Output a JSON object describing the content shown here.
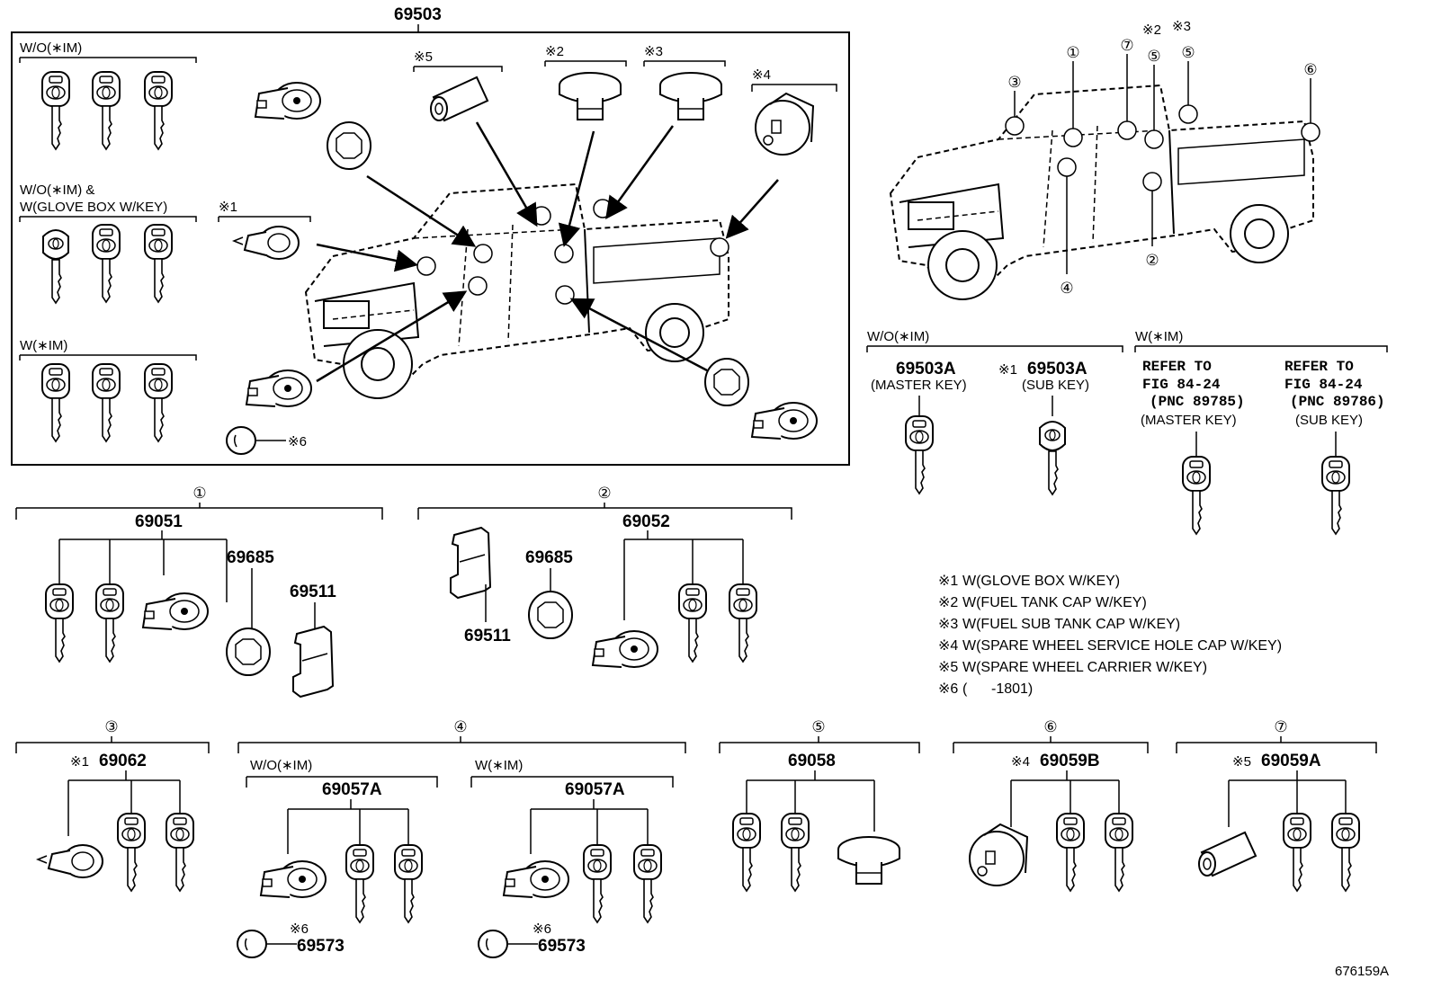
{
  "main_assembly": {
    "part_number": "69503",
    "groups": [
      {
        "label": "W/O(∗IM)"
      },
      {
        "label_line1": "W/O(∗IM) &",
        "label_line2": "W(GLOVE BOX W/KEY)"
      },
      {
        "label": "W(∗IM)"
      }
    ],
    "marks": {
      "m1": "※1",
      "m2": "※2",
      "m3": "※3",
      "m4": "※4",
      "m5": "※5",
      "m6": "※6"
    }
  },
  "right_vehicle": {
    "callouts": [
      "①",
      "②",
      "③",
      "④",
      "⑤",
      "⑥",
      "⑦"
    ],
    "top_marks": [
      "※2",
      "※3"
    ]
  },
  "keys_without_im": {
    "header": "W/O(∗IM)",
    "master_part": "69503A",
    "master_label": "(MASTER KEY)",
    "sub_mark": "※1",
    "sub_part": "69503A",
    "sub_label": "(SUB KEY)"
  },
  "keys_with_im": {
    "header": "W(∗IM)",
    "master_ref": [
      "REFER TO",
      "FIG 84-24",
      "(PNC 89785)"
    ],
    "master_label": "(MASTER KEY)",
    "sub_ref": [
      "REFER TO",
      "FIG 84-24",
      "(PNC 89786)"
    ],
    "sub_label": "(SUB KEY)"
  },
  "notes": [
    {
      "mark": "※1",
      "text": "W(GLOVE BOX W/KEY)"
    },
    {
      "mark": "※2",
      "text": "W(FUEL TANK CAP W/KEY)"
    },
    {
      "mark": "※3",
      "text": "W(FUEL SUB TANK CAP W/KEY)"
    },
    {
      "mark": "※4",
      "text": "W(SPARE WHEEL SERVICE HOLE CAP W/KEY)"
    },
    {
      "mark": "※5",
      "text": "W(SPARE WHEEL CARRIER W/KEY)"
    },
    {
      "mark": "※6",
      "text": "(      -1801)"
    }
  ],
  "sections": {
    "s1": {
      "index": "①",
      "part": "69051",
      "sub1": "69685",
      "sub2": "69511"
    },
    "s2": {
      "index": "②",
      "part": "69052",
      "sub1": "69685",
      "sub2": "69511"
    },
    "s3": {
      "index": "③",
      "mark": "※1",
      "part": "69062"
    },
    "s4": {
      "index": "④",
      "left_header": "W/O(∗IM)",
      "left_part": "69057A",
      "left_mark": "※6",
      "left_cap": "69573",
      "right_header": "W(∗IM)",
      "right_part": "69057A",
      "right_mark": "※6",
      "right_cap": "69573"
    },
    "s5": {
      "index": "⑤",
      "part": "69058"
    },
    "s6": {
      "index": "⑥",
      "mark": "※4",
      "part": "69059B"
    },
    "s7": {
      "index": "⑦",
      "mark": "※5",
      "part": "69059A"
    }
  },
  "figure_id": "676159A"
}
